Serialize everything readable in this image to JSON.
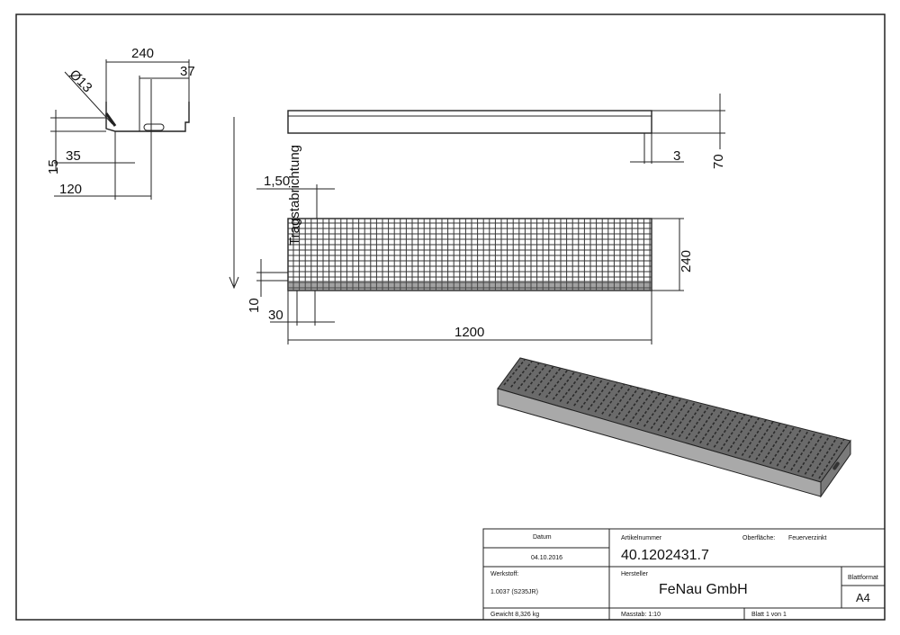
{
  "dimensions": {
    "width_240": "240",
    "offset_37": "37",
    "hole_dia": "Ø13",
    "height_15": "15",
    "offset_35": "35",
    "depth_120": "120",
    "thickness_3": "3",
    "height_70": "70",
    "pitch_150": "1,50",
    "depth_240": "240",
    "height_10": "10",
    "pitch_30": "30",
    "length_1200": "1200"
  },
  "labels": {
    "load_direction": "Tragstabrichtung"
  },
  "title_block": {
    "date_label": "Datum",
    "date_value": "04.10.2016",
    "article_label": "Artikelnummer",
    "article_value": "40.1202431.7",
    "surface_label": "Oberfläche:",
    "surface_value": "Feuerverzinkt",
    "material_label": "Werkstoff:",
    "material_value": "1.0037 (S235JR)",
    "manufacturer_label": "Hersteller",
    "manufacturer_value": "FeNau GmbH",
    "format_label": "Blattformat",
    "format_value": "A4",
    "weight": "Gewicht 8,326 kg",
    "scale": "Masstab: 1:10",
    "sheet": "Blatt 1 von 1"
  },
  "colors": {
    "line": "#222222",
    "plate_dark": "#3a3a3a",
    "plate_mid": "#8a8a8a",
    "plate_light": "#c8c8c8"
  }
}
